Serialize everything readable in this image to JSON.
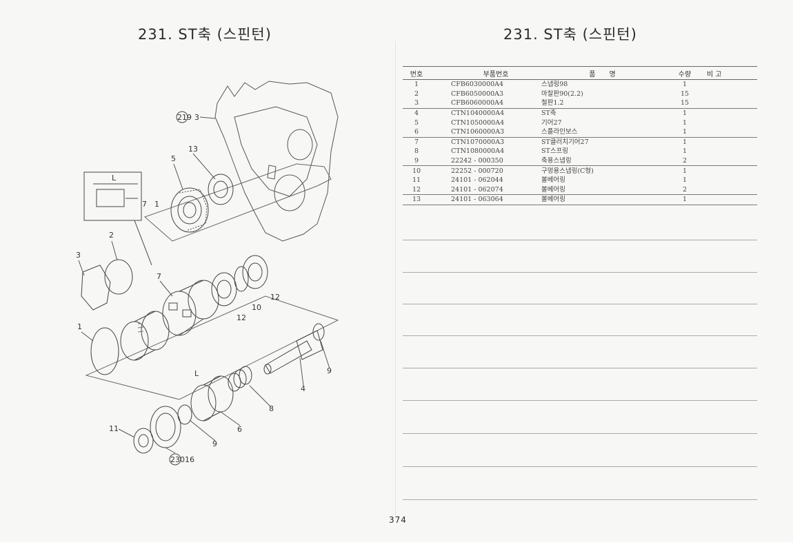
{
  "page": {
    "title_left": "231. ST축 (스핀턴)",
    "title_right": "231. ST축 (스핀턴)",
    "page_number": "374"
  },
  "diagram": {
    "callouts": [
      "219",
      "3",
      "13",
      "5",
      "L",
      "7",
      "1",
      "2",
      "3",
      "7",
      "10",
      "12",
      "12",
      "1",
      "4",
      "9",
      "8",
      "L",
      "6",
      "11",
      "9",
      "230",
      "16"
    ]
  },
  "parts_table": {
    "headers": [
      "번호",
      "부품번호",
      "품　　명",
      "수량",
      "비 고"
    ],
    "rows": [
      {
        "no": "1",
        "part": "CFB6030000A4",
        "name": "스냅링98",
        "qty": "1",
        "remark": ""
      },
      {
        "no": "2",
        "part": "CFB6050000A3",
        "name": "마찰판90(2.2)",
        "qty": "15",
        "remark": ""
      },
      {
        "no": "3",
        "part": "CFB6060000A4",
        "name": "철판1.2",
        "qty": "15",
        "remark": ""
      },
      {
        "no": "4",
        "part": "CTN1040000A4",
        "name": "ST축",
        "qty": "1",
        "remark": ""
      },
      {
        "no": "5",
        "part": "CTN1050000A4",
        "name": "기어27",
        "qty": "1",
        "remark": ""
      },
      {
        "no": "6",
        "part": "CTN1060000A3",
        "name": "스플라인보스",
        "qty": "1",
        "remark": ""
      },
      {
        "no": "7",
        "part": "CTN1070000A3",
        "name": "ST클러치기어27",
        "qty": "1",
        "remark": ""
      },
      {
        "no": "8",
        "part": "CTN1080000A4",
        "name": "ST스프링",
        "qty": "1",
        "remark": ""
      },
      {
        "no": "9",
        "part": "22242 - 000350",
        "name": "축용스냅링",
        "qty": "2",
        "remark": ""
      },
      {
        "no": "10",
        "part": "22252 - 000720",
        "name": "구멍용스냅링(C형)",
        "qty": "1",
        "remark": ""
      },
      {
        "no": "11",
        "part": "24101 - 062044",
        "name": "볼베어링",
        "qty": "1",
        "remark": ""
      },
      {
        "no": "12",
        "part": "24101 - 062074",
        "name": "볼베어링",
        "qty": "2",
        "remark": ""
      },
      {
        "no": "13",
        "part": "24101 - 063064",
        "name": "볼베어링",
        "qty": "1",
        "remark": ""
      }
    ]
  }
}
